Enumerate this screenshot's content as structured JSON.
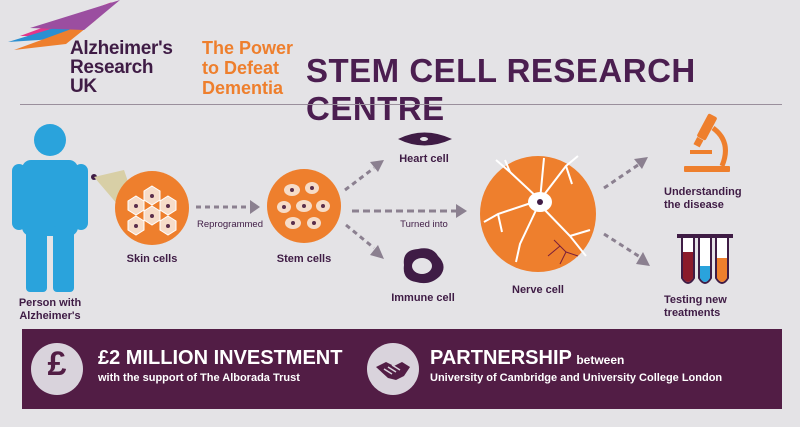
{
  "brand": {
    "logo_lines": [
      "Alzheimer's",
      "Research",
      "UK"
    ],
    "tagline_lines": [
      "The Power",
      "to Defeat",
      "Dementia"
    ],
    "colors": {
      "purple": "#521d45",
      "orange": "#ee7f2d",
      "blue": "#2aa3dc",
      "background": "#e4e3e6"
    }
  },
  "title": "STEM CELL RESEARCH CENTRE",
  "nodes": {
    "person": [
      "Person with",
      "Alzheimer's"
    ],
    "skin": "Skin cells",
    "stem": "Stem cells",
    "heart": "Heart cell",
    "immune": "Immune cell",
    "nerve": "Nerve cell",
    "understanding": [
      "Understanding",
      "the disease"
    ],
    "testing": [
      "Testing new",
      "treatments"
    ]
  },
  "arrows": {
    "reprogrammed": "Reprogrammed",
    "turned_into": "Turned into"
  },
  "banner": {
    "investment": {
      "icon": "pound-icon",
      "glyph": "£",
      "heading": "£2 MILLION INVESTMENT",
      "subtext": "with the support of The Alborada Trust"
    },
    "partnership": {
      "icon": "handshake-icon",
      "heading": "PARTNERSHIP",
      "between": "between",
      "subtext": "University of Cambridge and University College London"
    }
  }
}
